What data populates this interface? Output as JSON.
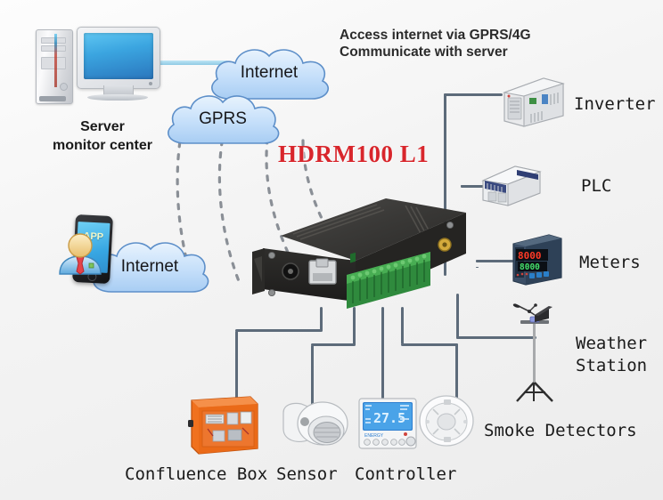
{
  "diagram": {
    "title": "HDRM100 L1",
    "annotation": "Access internet via GPRS/4G\nCommunicate with server",
    "background_color": "#f1f1f1",
    "title_color": "#d8262c",
    "wire_color": "#5d6b7a",
    "cloud_color": "#bcd9f5"
  },
  "clouds": [
    {
      "id": "cloud-internet-top",
      "label": "Internet"
    },
    {
      "id": "cloud-gprs",
      "label": "GPRS"
    },
    {
      "id": "cloud-internet-mobile",
      "label": "Internet"
    }
  ],
  "left_nodes": [
    {
      "id": "server-monitor-center",
      "label": "Server\nmonitor center",
      "icon": "desktop-computer-icon"
    },
    {
      "id": "mobile-app",
      "label": "APP",
      "icon": "smartphone-icon"
    },
    {
      "id": "user-avatar",
      "label": "",
      "icon": "user-avatar-icon"
    }
  ],
  "right_nodes": [
    {
      "id": "inverter",
      "label": "Inverter",
      "icon": "inverter-icon"
    },
    {
      "id": "plc",
      "label": "PLC",
      "icon": "plc-module-icon"
    },
    {
      "id": "meters",
      "label": "Meters",
      "icon": "panel-meter-icon",
      "display_top": "8000",
      "display_bottom": "8000"
    },
    {
      "id": "weather-station",
      "label": "Weather\nStation",
      "icon": "weather-station-icon"
    }
  ],
  "bottom_nodes": [
    {
      "id": "confluence-box",
      "label": "Confluence Box",
      "icon": "combiner-box-icon"
    },
    {
      "id": "sensor",
      "label": "Sensor",
      "icon": "pir-sensor-icon"
    },
    {
      "id": "controller",
      "label": "Controller",
      "icon": "thermostat-controller-icon",
      "display_value": "27.5"
    },
    {
      "id": "smoke-detectors",
      "label": "Smoke Detectors",
      "icon": "smoke-detector-icon"
    }
  ]
}
